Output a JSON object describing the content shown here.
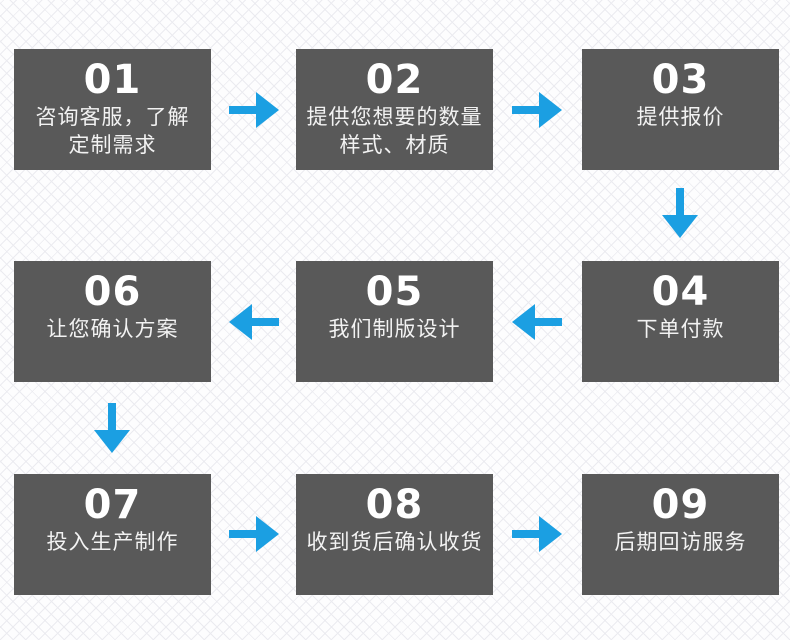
{
  "colors": {
    "box_bg": "#595959",
    "box_text": "#F2F2F2",
    "step_number": "#FFFFFF",
    "arrow": "#1B9FE2"
  },
  "flow": {
    "steps": [
      {
        "number": "01",
        "line1": "咨询客服，了解",
        "line2": "定制需求"
      },
      {
        "number": "02",
        "line1": "提供您想要的数量",
        "line2": "样式、材质"
      },
      {
        "number": "03",
        "line1": "提供报价"
      },
      {
        "number": "04",
        "line1": "下单付款"
      },
      {
        "number": "05",
        "line1": "我们制版设计"
      },
      {
        "number": "06",
        "line1": "让您确认方案"
      },
      {
        "number": "07",
        "line1": "投入生产制作"
      },
      {
        "number": "08",
        "line1": "收到货后确认收货"
      },
      {
        "number": "09",
        "line1": "后期回访服务"
      }
    ],
    "arrows": [
      "01→02",
      "02→03",
      "03→04",
      "04→05",
      "05→06",
      "06→07",
      "07→08",
      "08→09"
    ]
  }
}
